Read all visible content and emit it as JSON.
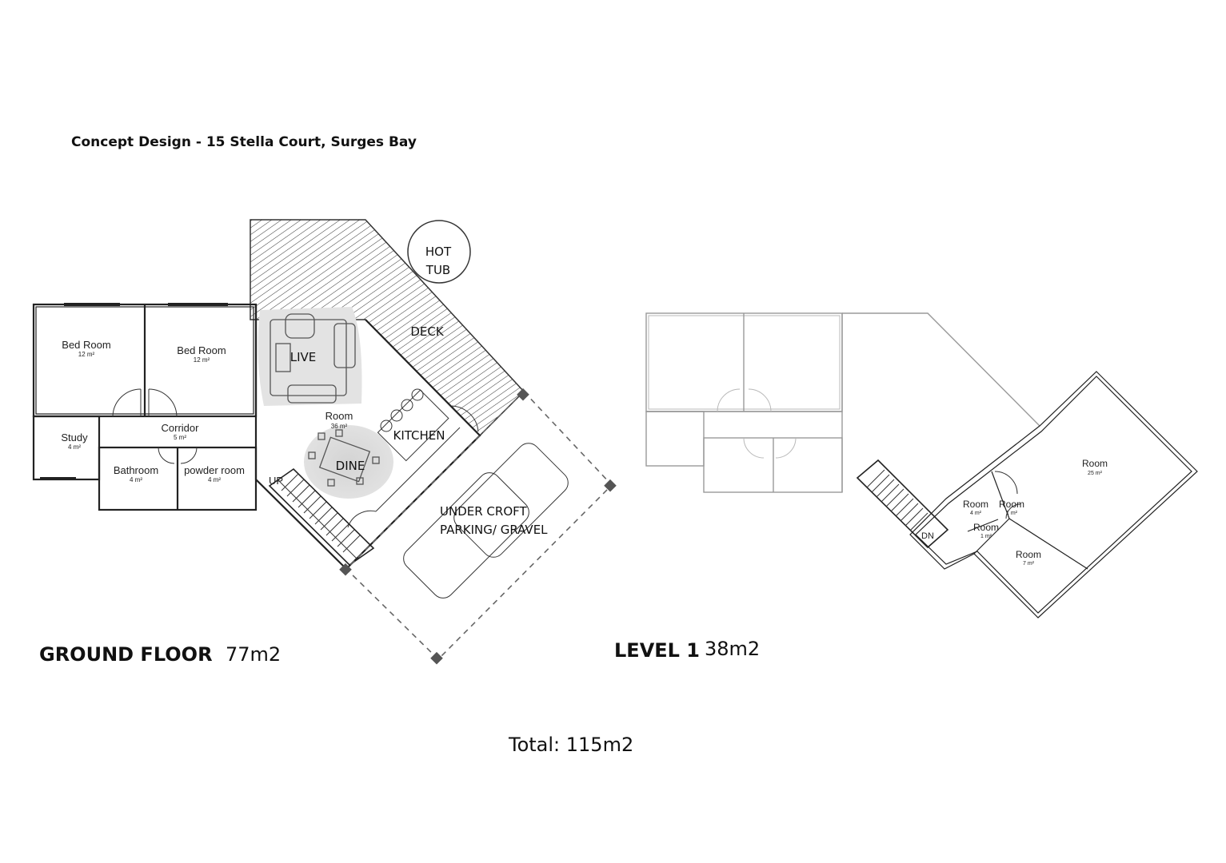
{
  "title": "Concept Design - 15 Stella Court, Surges Bay",
  "ground_floor": {
    "label": "GROUND FLOOR",
    "area": "77m2",
    "rooms": {
      "bed1": {
        "name": "Bed Room",
        "area": "12 m²"
      },
      "bed2": {
        "name": "Bed Room",
        "area": "12 m²"
      },
      "study": {
        "name": "Study",
        "area": "4 m²"
      },
      "corridor": {
        "name": "Corridor",
        "area": "5 m²"
      },
      "bathroom": {
        "name": "Bathroom",
        "area": "4 m²"
      },
      "powder": {
        "name": "powder room",
        "area": "4 m²"
      },
      "main": {
        "name": "Room",
        "area": "36 m²"
      }
    },
    "zones": {
      "live": "LIVE",
      "dine": "DINE",
      "kitchen": "KITCHEN",
      "deck": "DECK",
      "hot_tub_line1": "HOT",
      "hot_tub_line2": "TUB",
      "undercroft_line1": "UNDER CROFT",
      "undercroft_line2": "PARKING/ GRAVEL",
      "stair": "UP"
    }
  },
  "level_1": {
    "label": "LEVEL 1",
    "area": "38m2",
    "rooms": {
      "big": {
        "name": "Room",
        "area": "25 m²"
      },
      "r4": {
        "name": "Room",
        "area": "4 m²"
      },
      "r1a": {
        "name": "Room",
        "area": "1 m²"
      },
      "r1b": {
        "name": "Room",
        "area": "1 m²"
      },
      "r7": {
        "name": "Room",
        "area": "7 m²"
      }
    },
    "stair": "DN"
  },
  "total": "Total: 115m2"
}
